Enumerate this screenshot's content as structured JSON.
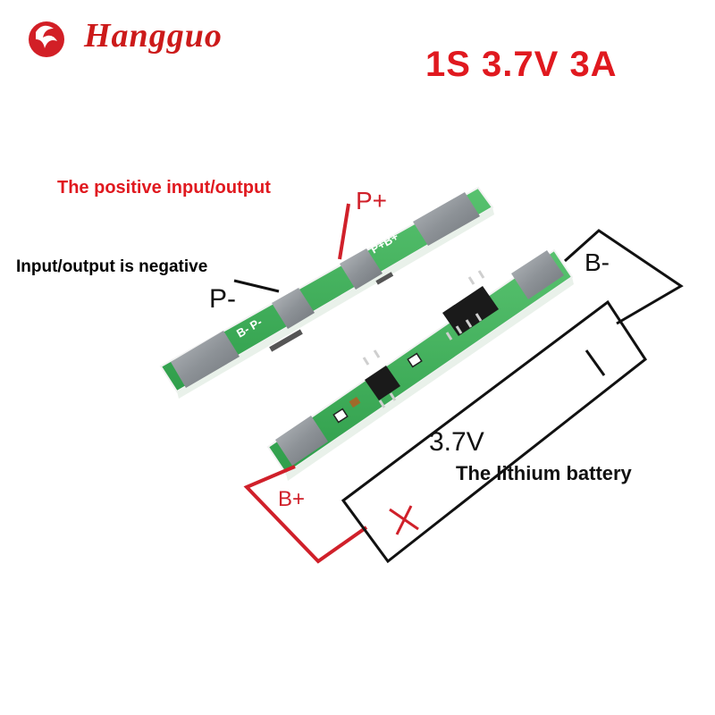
{
  "brand": {
    "name": "Hangguo"
  },
  "spec": {
    "label": "1S 3.7V 3A"
  },
  "labels": {
    "positive_desc": "The positive input/output",
    "negative_desc": "Input/output is negative",
    "p_plus": "P+",
    "p_minus": "P-",
    "b_minus": "B-",
    "b_plus": "B+",
    "voltage": "3.7V",
    "battery": "The lithium battery",
    "battery_minus_sign": "|",
    "battery_plus_sign": "+"
  },
  "board_silkscreen": {
    "b_minus_p_minus": "B- P-",
    "p_plus_b_plus": "P+B+"
  },
  "colors": {
    "accent_red": "#e0191f",
    "pcb_green": "#3db35a",
    "pad_gray": "#8f9499",
    "chip_black": "#1a1a1a"
  }
}
